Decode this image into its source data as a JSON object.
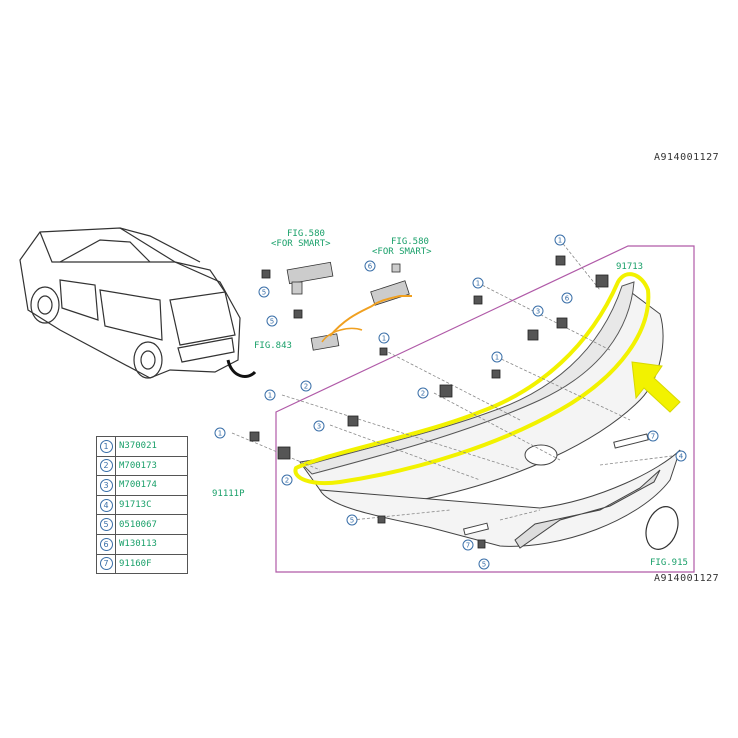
{
  "header": {
    "ref_code": "A914001127"
  },
  "footer": {
    "ref_code": "A914001127"
  },
  "callouts": {
    "fig580_left": "FIG.580",
    "for_smart_left": "<FOR SMART>",
    "fig580_right": "FIG.580",
    "for_smart_right": "<FOR SMART>",
    "fig843": "FIG.843",
    "fig915": "FIG.915",
    "part_91713": "91713",
    "part_91111p": "91111P"
  },
  "legend": [
    {
      "index": "1",
      "part": "N370021"
    },
    {
      "index": "2",
      "part": "M700173"
    },
    {
      "index": "3",
      "part": "M700174"
    },
    {
      "index": "4",
      "part": "91713C"
    },
    {
      "index": "5",
      "part": "0510067"
    },
    {
      "index": "6",
      "part": "W130113"
    },
    {
      "index": "7",
      "part": "91160F"
    }
  ],
  "markers": [
    "1",
    "1",
    "1",
    "1",
    "1",
    "1",
    "2",
    "2",
    "2",
    "3",
    "3",
    "3",
    "4",
    "5",
    "5",
    "5",
    "5",
    "6",
    "6",
    "7",
    "7"
  ],
  "colors": {
    "highlight": "#f2f200",
    "frame": "#b05aa8",
    "callout_text": "#1aa06a",
    "marker": "#3a6fa8",
    "orange_wire": "#f0a020"
  }
}
